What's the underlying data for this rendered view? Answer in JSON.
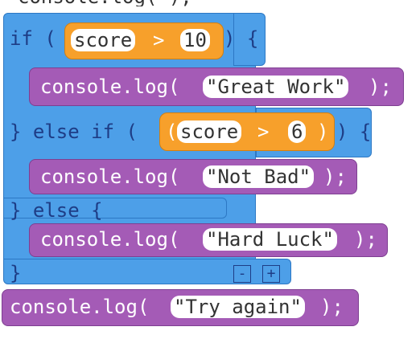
{
  "code": {
    "top_fragment": "console.log(\");",
    "if_kw": "if (",
    "if_close": ") {",
    "cond1": {
      "var": "score",
      "op": ">",
      "num": "10"
    },
    "log1": {
      "prefix": "console.log(",
      "str": "\"Great Work\"",
      "suffix": ");"
    },
    "elseif_kw": "} else if (",
    "elseif_close": ") {",
    "cond2": {
      "open": "(",
      "var": "score",
      "op": ">",
      "num": "6",
      "close": ")"
    },
    "log2": {
      "prefix": "console.log(",
      "str": "\"Not Bad\"",
      "suffix": ");"
    },
    "else_kw": "} else {",
    "log3": {
      "prefix": "console.log(",
      "str": "\"Hard Luck\"",
      "suffix": ");"
    },
    "end_brace": "}",
    "minus_label": "-",
    "plus_label": "+",
    "log4": {
      "prefix": "console.log(",
      "str": "\"Try again\"",
      "suffix": ");"
    }
  },
  "colors": {
    "control_block": "#4d9fe8",
    "statement_block": "#a45bb6",
    "operator_block": "#f7a02b",
    "control_text": "#1e3d86"
  }
}
